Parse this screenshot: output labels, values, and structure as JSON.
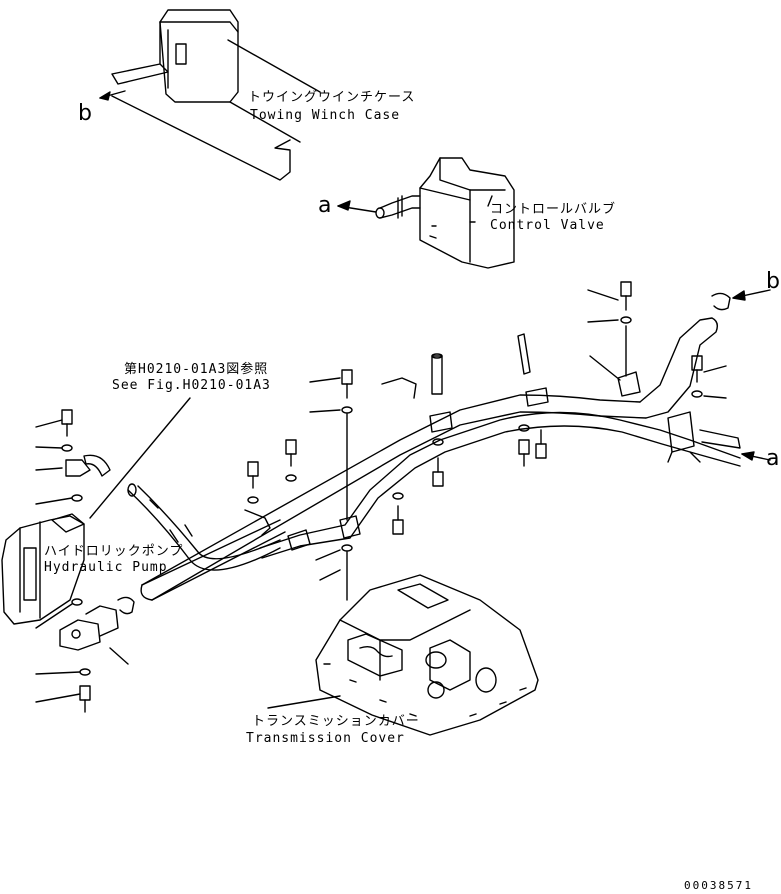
{
  "labels": {
    "towing_winch_case_jp": "トウイングウインチケース",
    "towing_winch_case_en": "Towing Winch Case",
    "control_valve_jp": "コントロールバルブ",
    "control_valve_en": "Control Valve",
    "see_fig_jp": "第H0210-01A3図参照",
    "see_fig_en": "See Fig.H0210-01A3",
    "hydraulic_pump_jp": "ハイドロリックポンプ",
    "hydraulic_pump_en": "Hydraulic Pump",
    "transmission_cover_jp": "トランスミッションカバー",
    "transmission_cover_en": "Transmission Cover"
  },
  "refs": {
    "a": "a",
    "b": "b"
  },
  "drawing_code": "00038571"
}
